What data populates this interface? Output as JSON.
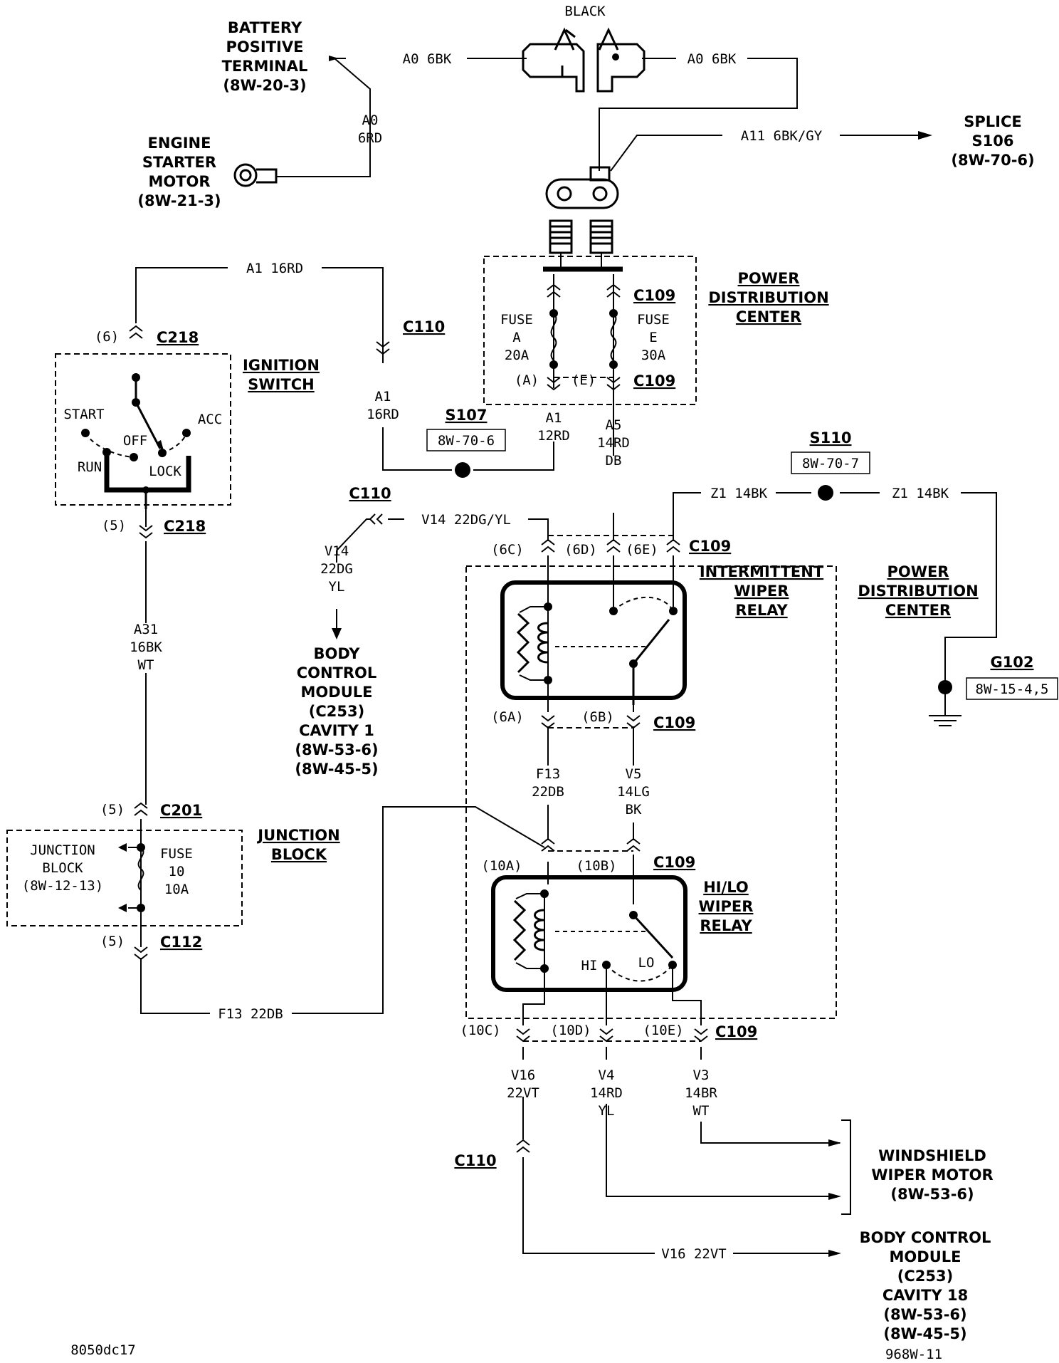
{
  "battery_positive_terminal": {
    "name": [
      "BATTERY",
      "POSITIVE",
      "TERMINAL"
    ],
    "ref": "(8W-20-3)"
  },
  "engine_starter_motor": {
    "name": [
      "ENGINE",
      "STARTER",
      "MOTOR"
    ],
    "ref": "(8W-21-3)"
  },
  "black_connector": "BLACK",
  "splice_s106": {
    "name": [
      "SPLICE",
      "S106"
    ],
    "ref": "(8W-70-6)"
  },
  "power_distribution_center": [
    "POWER",
    "DISTRIBUTION",
    "CENTER"
  ],
  "ignition_switch": {
    "name": [
      "IGNITION",
      "SWITCH"
    ],
    "positions": {
      "start": "START",
      "off": "OFF",
      "run": "RUN",
      "lock": "LOCK",
      "acc": "ACC"
    }
  },
  "connectors": {
    "c218": "C218",
    "c110": "C110",
    "c109": "C109",
    "c201": "C201",
    "c112": "C112"
  },
  "fuses": {
    "a": [
      "FUSE",
      "A",
      "20A"
    ],
    "e": [
      "FUSE",
      "E",
      "30A"
    ],
    "jb": [
      "FUSE",
      "10",
      "10A"
    ]
  },
  "splices": {
    "s107": {
      "name": "S107",
      "ref": "8W-70-6"
    },
    "s110": {
      "name": "S110",
      "ref": "8W-70-7"
    }
  },
  "ground_g102": {
    "name": "G102",
    "ref": "8W-15-4,5"
  },
  "intermittent_wiper_relay": [
    "INTERMITTENT",
    "WIPER",
    "RELAY"
  ],
  "hi_lo_wiper_relay": {
    "name": [
      "HI/LO",
      "WIPER",
      "RELAY"
    ],
    "hi": "HI",
    "lo": "LO"
  },
  "junction_block": {
    "name": [
      "JUNCTION",
      "BLOCK"
    ],
    "ref_name": [
      "JUNCTION",
      "BLOCK",
      "(8W-12-13)"
    ]
  },
  "body_control_module_1": [
    "BODY",
    "CONTROL",
    "MODULE",
    "(C253)",
    "CAVITY 1",
    "(8W-53-6)",
    "(8W-45-5)"
  ],
  "windshield_wiper_motor": [
    "WINDSHIELD",
    "WIPER MOTOR",
    "(8W-53-6)"
  ],
  "body_control_module_18": [
    "BODY CONTROL",
    "MODULE",
    "(C253)",
    "CAVITY 18",
    "(8W-53-6)",
    "(8W-45-5)"
  ],
  "wires": {
    "a0_6bk": "A0 6BK",
    "a0_6rd": [
      "A0",
      "6RD"
    ],
    "a11": "A11 6BK/GY",
    "a1_16rd": "A1 16RD",
    "a1_16rd_v": [
      "A1",
      "16RD"
    ],
    "a1_12rd": [
      "A1",
      "12RD"
    ],
    "a5": [
      "A5",
      "14RD",
      "DB"
    ],
    "z1": "Z1 14BK",
    "v14": "V14 22DG/YL",
    "v14_v": [
      "V14",
      "22DG",
      "YL"
    ],
    "a31": [
      "A31",
      "16BK",
      "WT"
    ],
    "f13_v": [
      "F13",
      "22DB"
    ],
    "f13_h": "F13 22DB",
    "v5": [
      "V5",
      "14LG",
      "BK"
    ],
    "v16": [
      "V16",
      "22VT"
    ],
    "v4": [
      "V4",
      "14RD",
      "YL"
    ],
    "v3": [
      "V3",
      "14BR",
      "WT"
    ],
    "v16_h": "V16 22VT"
  },
  "cavities": {
    "c218_top": "(6)",
    "c218_bot": "(5)",
    "c201": "(5)",
    "c112": "(5)",
    "fuse_a": "(A)",
    "fuse_e": "(E)",
    "c6c": "(6C)",
    "c6d": "(6D)",
    "c6e": "(6E)",
    "c6a": "(6A)",
    "c6b": "(6B)",
    "c10a": "(10A)",
    "c10b": "(10B)",
    "c10c": "(10C)",
    "c10d": "(10D)",
    "c10e": "(10E)"
  },
  "footer": {
    "left_code": "8050dc17",
    "right_code": "968W-11"
  }
}
